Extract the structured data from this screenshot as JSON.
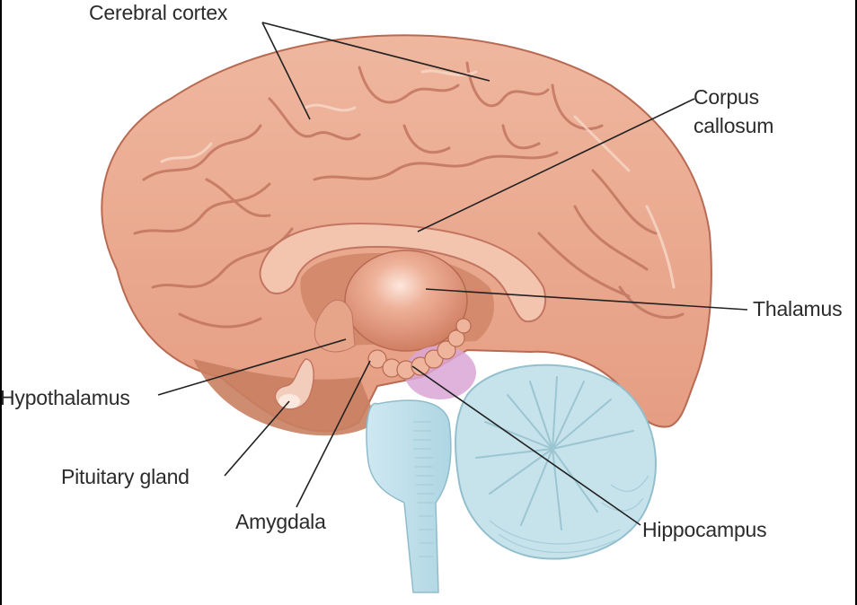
{
  "diagram": {
    "subject": "Human brain, midsagittal view",
    "labels": [
      {
        "id": "cerebral-cortex",
        "text": "Cerebral cortex"
      },
      {
        "id": "corpus-callosum",
        "text": "Corpus\ncallosum"
      },
      {
        "id": "thalamus",
        "text": "Thalamus"
      },
      {
        "id": "hypothalamus",
        "text": "Hypothalamus"
      },
      {
        "id": "pituitary-gland",
        "text": "Pituitary gland"
      },
      {
        "id": "amygdala",
        "text": "Amygdala"
      },
      {
        "id": "hippocampus",
        "text": "Hippocampus"
      }
    ],
    "colors": {
      "cortex": "#e9a88f",
      "cortex_light": "#f6cdb8",
      "cortex_groove": "#c97a63",
      "thalamus": "#e4987c",
      "brainstem_and_cerebellum": "#bfe0ea",
      "pons_tint": "#d9a6d6",
      "leader_lines": "#222222",
      "text": "#2b2b2b"
    }
  }
}
